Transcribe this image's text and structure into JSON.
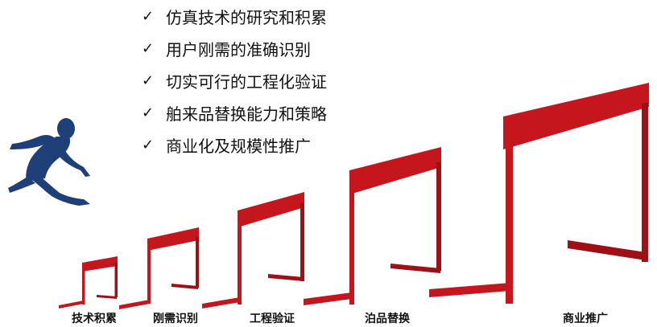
{
  "checklist": [
    {
      "icon": "checkmark-icon",
      "mark": "✓",
      "text": "仿真技术的研究和积累"
    },
    {
      "icon": "checkmark-icon",
      "mark": "✓",
      "text": "用户刚需的准确识别"
    },
    {
      "icon": "checkmark-icon",
      "mark": "✓",
      "text": "切实可行的工程化验证"
    },
    {
      "icon": "checkmark-icon",
      "mark": "✓",
      "text": "舶来品替换能力和策略"
    },
    {
      "icon": "checkmark-icon",
      "mark": "✓",
      "text": "商业化及规模性推广"
    }
  ],
  "stages": [
    {
      "label": "技术积累"
    },
    {
      "label": "刚需识别"
    },
    {
      "label": "工程验证"
    },
    {
      "label": "泊品替换"
    },
    {
      "label": "商业推广"
    }
  ],
  "colors": {
    "hurdle_red": "#c4161c",
    "hurdle_dark": "#9e1015",
    "athlete_blue": "#1f3f78"
  }
}
